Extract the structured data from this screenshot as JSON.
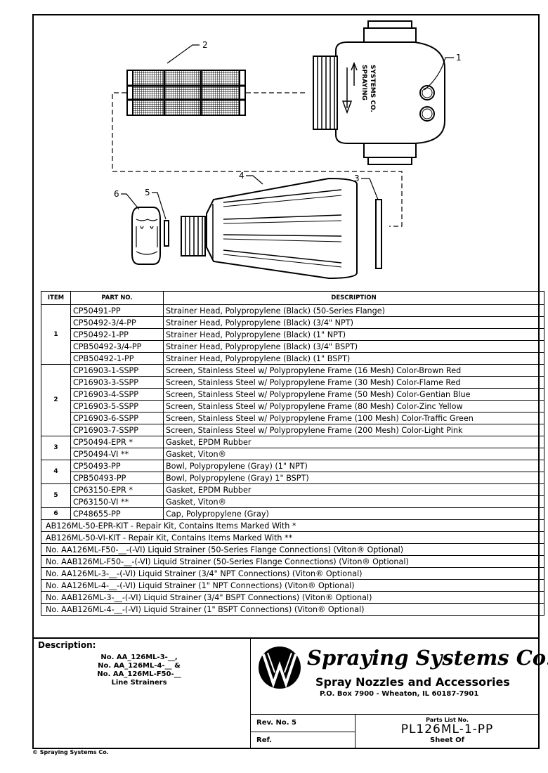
{
  "callouts": [
    "1",
    "2",
    "3",
    "4",
    "5",
    "6"
  ],
  "head_labels": {
    "line1": "SPRAYING",
    "line2": "SYSTEMS CO."
  },
  "table": {
    "headers": {
      "item": "ITEM",
      "part_no": "PART NO.",
      "description": "DESCRIPTION"
    },
    "groups": [
      {
        "item": "1",
        "rows": [
          {
            "part": "CP50491-PP",
            "desc": "Strainer Head, Polypropylene (Black) (50-Series Flange)"
          },
          {
            "part": "CP50492-3/4-PP",
            "desc": "Strainer Head, Polypropylene (Black) (3/4\" NPT)"
          },
          {
            "part": "CP50492-1-PP",
            "desc": "Strainer Head, Polypropylene (Black) (1\" NPT)"
          },
          {
            "part": "CPB50492-3/4-PP",
            "desc": "Strainer Head, Polypropylene (Black) (3/4\" BSPT)"
          },
          {
            "part": "CPB50492-1-PP",
            "desc": "Strainer Head, Polypropylene (Black) (1\" BSPT)"
          }
        ]
      },
      {
        "item": "2",
        "rows": [
          {
            "part": "CP16903-1-SSPP",
            "desc": "Screen, Stainless Steel w/ Polypropylene Frame (16 Mesh) Color-Brown Red"
          },
          {
            "part": "CP16903-3-SSPP",
            "desc": "Screen, Stainless Steel w/ Polypropylene Frame (30 Mesh) Color-Flame Red"
          },
          {
            "part": "CP16903-4-SSPP",
            "desc": "Screen, Stainless Steel w/ Polypropylene Frame (50 Mesh) Color-Gentian Blue"
          },
          {
            "part": "CP16903-5-SSPP",
            "desc": "Screen, Stainless Steel w/ Polypropylene Frame (80 Mesh) Color-Zinc Yellow"
          },
          {
            "part": "CP16903-6-SSPP",
            "desc": "Screen, Stainless Steel w/ Polypropylene Frame (100 Mesh) Color-Traffic Green"
          },
          {
            "part": "CP16903-7-SSPP",
            "desc": "Screen, Stainless Steel w/ Polypropylene Frame (200 Mesh) Color-Light Pink"
          }
        ]
      },
      {
        "item": "3",
        "rows": [
          {
            "part": "CP50494-EPR *",
            "desc": "Gasket, EPDM Rubber"
          },
          {
            "part": "CP50494-VI **",
            "desc": "Gasket, Viton®"
          }
        ]
      },
      {
        "item": "4",
        "rows": [
          {
            "part": "CP50493-PP",
            "desc": "Bowl, Polypropylene (Gray) (1\" NPT)"
          },
          {
            "part": "CPB50493-PP",
            "desc": "Bowl, Polypropylene (Gray) 1\" BSPT)"
          }
        ]
      },
      {
        "item": "5",
        "rows": [
          {
            "part": "CP63150-EPR *",
            "desc": "Gasket, EPDM Rubber"
          },
          {
            "part": "CP63150-VI **",
            "desc": "Gasket, Viton®"
          }
        ]
      },
      {
        "item": "6",
        "rows": [
          {
            "part": "CP48655-PP",
            "desc": "Cap, Polypropylene (Gray)"
          }
        ]
      }
    ],
    "kit_rows": [
      "AB126ML-50-EPR-KIT - Repair Kit, Contains Items Marked With *",
      "AB126ML-50-VI-KIT - Repair Kit, Contains Items Marked With **",
      "No. AA126ML-F50-__-(-VI) Liquid Strainer (50-Series Flange Connections) (Viton® Optional)",
      "No. AAB126ML-F50-__-(-VI) Liquid Strainer (50-Series Flange Connections) (Viton® Optional)",
      "No. AA126ML-3-__-(-VI) Liquid Strainer (3/4\" NPT Connections) (Viton® Optional)",
      "No. AA126ML-4-__-(-VI) Liquid Strainer (1\" NPT Connections) (Viton® Optional)",
      "No. AAB126ML-3-__-(-VI) Liquid Strainer (3/4\" BSPT Connections) (Viton® Optional)",
      "No. AAB126ML-4-__-(-VI) Liquid Strainer (1\" BSPT Connections) (Viton® Optional)"
    ]
  },
  "title_block": {
    "description_label": "Description:",
    "description_lines": [
      "No. AA_126ML-3-__,",
      "No. AA_126ML-4-__ &",
      "No. AA_126ML-F50-__",
      "Line Strainers"
    ],
    "company": "Spraying Systems Co.",
    "tagline": "Spray Nozzles and Accessories",
    "address": "P.O. Box 7900 - Wheaton, IL 60187-7901",
    "rev": "Rev. No. 5",
    "ref": "Ref.",
    "parts_list_label": "Parts List No.",
    "parts_list_no": "PL126ML-1-PP",
    "sheet": "Sheet Of"
  },
  "copyright": "© Spraying Systems Co."
}
